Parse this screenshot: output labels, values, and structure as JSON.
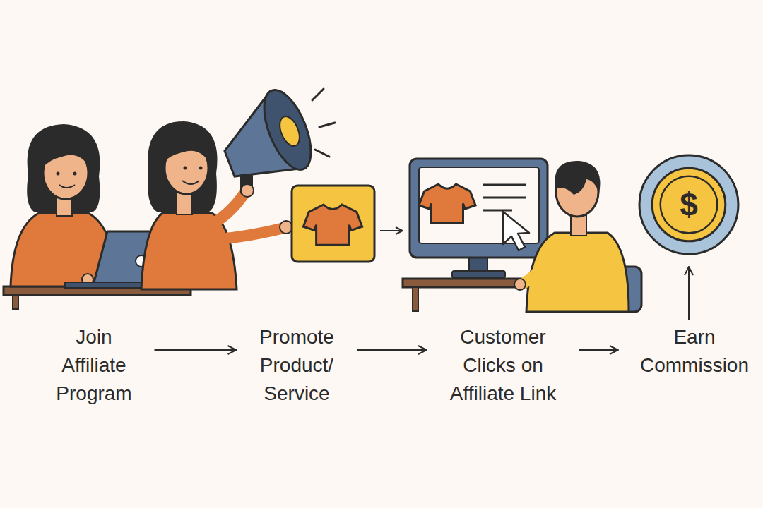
{
  "diagram": {
    "nodes": [
      {
        "text": [
          "Join Affiliate Program"
        ]
      },
      {
        "text": [
          "Promote Product/ Service"
        ]
      },
      {
        "text": [
          "Customer Clicks on Affiliate Link"
        ]
      },
      {
        "text": [
          "Earn Commission"
        ]
      },
      {
        "text": [
          "$"
        ]
      }
    ],
    "edges": [
      {
        "from": 0,
        "to": 1,
        "arrow": "to"
      },
      {
        "from": 1,
        "to": 2,
        "arrow": "to"
      },
      {
        "from": 2,
        "to": 3,
        "arrow": "to"
      },
      {
        "from": 3,
        "to": 4,
        "arrow": "to"
      }
    ]
  }
}
